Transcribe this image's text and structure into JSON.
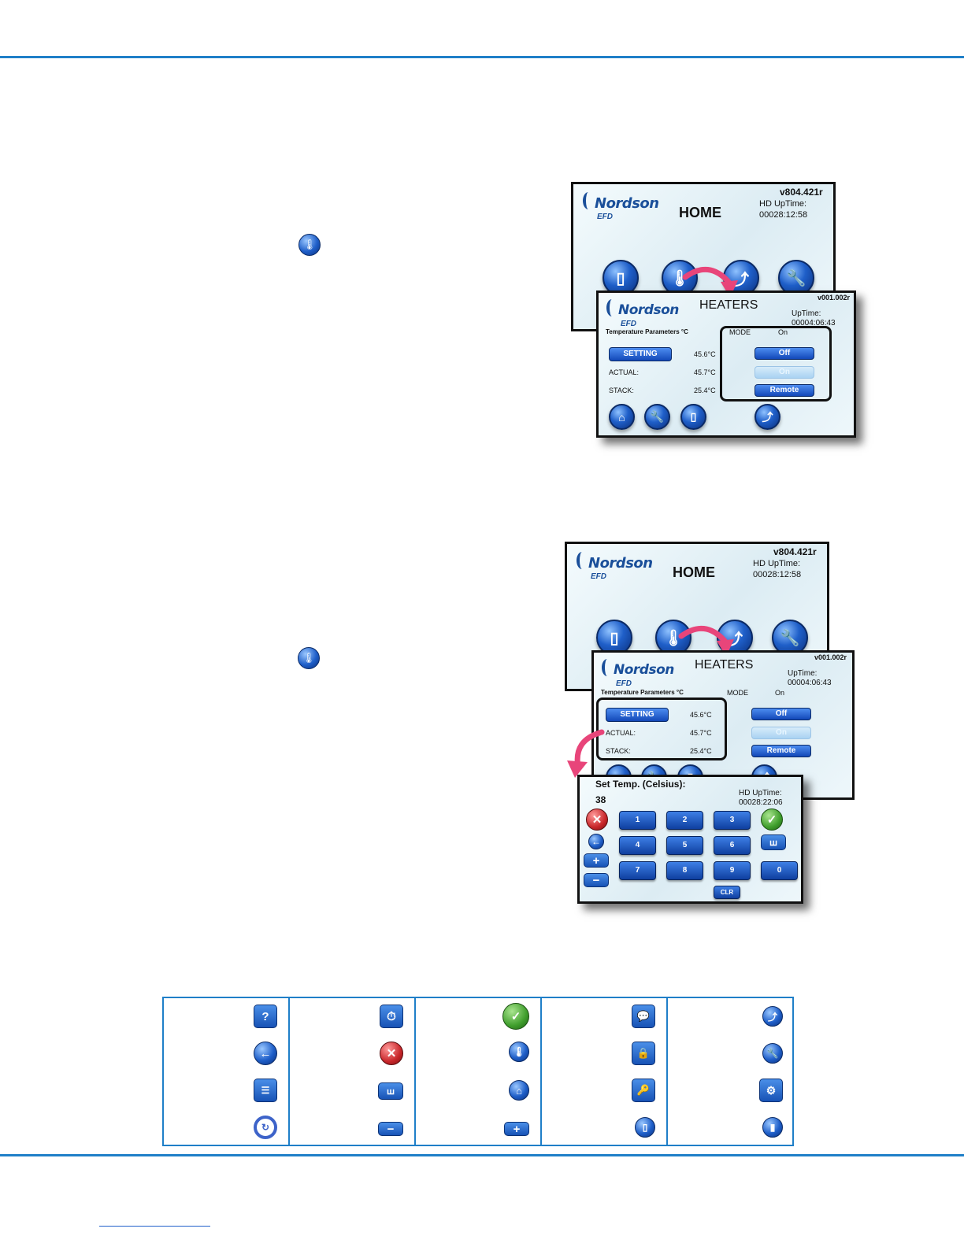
{
  "screens": {
    "home": {
      "version": "v804.421r",
      "title": "HOME",
      "uptime_label": "HD UpTime:",
      "uptime_value": "00028:12:58",
      "logo": "Nordson",
      "logo_sub": "EFD"
    },
    "heaters": {
      "version": "v001.002r",
      "title": "HEATERS",
      "uptime_label": "UpTime:",
      "uptime_value": "00004:06:43",
      "params_label": "Temperature Parameters °C",
      "mode_label": "MODE",
      "mode_value": "On",
      "setting_label": "SETTING",
      "setting_value": "45.6°C",
      "actual_label": "ACTUAL:",
      "actual_value": "45.7°C",
      "stack_label": "STACK:",
      "stack_value": "25.4°C",
      "btn_off": "Off",
      "btn_on": "On",
      "btn_remote": "Remote",
      "logo": "Nordson",
      "logo_sub": "EFD"
    },
    "keypad": {
      "title": "Set Temp. (Celsius):",
      "value": "38",
      "uptime_label": "HD UpTime:",
      "uptime_value": "00028:22:06",
      "keys": [
        "1",
        "2",
        "3",
        "4",
        "5",
        "6",
        "7",
        "8",
        "9",
        "0"
      ],
      "clr": "CLR"
    }
  },
  "icons": {
    "thermometer": "thermometer-icon",
    "help": "help-icon",
    "back": "back-arrow-icon",
    "settings_list": "settings-list-icon",
    "reset": "reset-icon",
    "timer": "timer-icon",
    "cancel": "cancel-icon",
    "heater": "heater-icon",
    "minus": "minus-icon",
    "accept": "check-icon",
    "temperature": "thermometer-icon",
    "home": "home-icon",
    "plus": "plus-icon",
    "message": "message-icon",
    "lock": "lock-icon",
    "key": "key-icon",
    "dispense": "dispense-icon",
    "graph": "graph-icon",
    "wrench": "wrench-icon",
    "gears": "gears-icon",
    "valve": "valve-icon"
  },
  "colors": {
    "rule": "#1f7fc8",
    "button_blue": "#1f5fc9",
    "accept_green": "#3f9e2c",
    "cancel_red": "#c8262a",
    "highlight_arrow": "#e8457a"
  }
}
